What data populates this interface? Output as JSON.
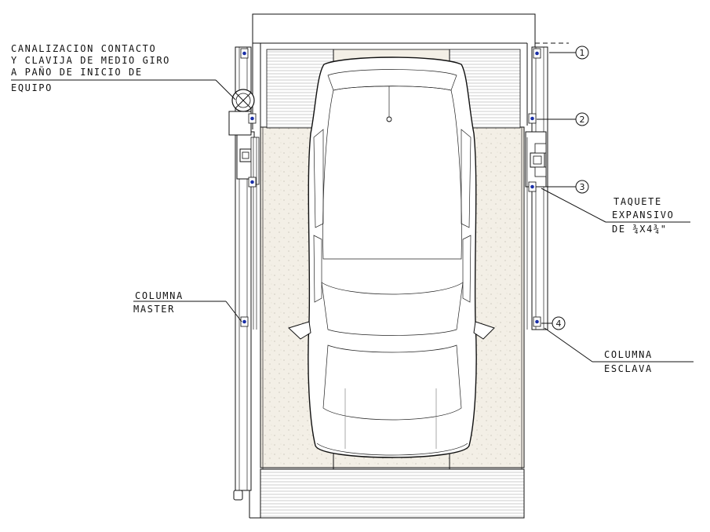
{
  "labels": {
    "canalizacion": [
      "CANALIZACION CONTACTO",
      "Y CLAVIJA DE MEDIO GIRO",
      "A PAÑO DE INICIO DE",
      "EQUIPO"
    ],
    "taquete": [
      "TAQUETE",
      "EXPANSIVO",
      "DE ¾X4¾\""
    ],
    "columna_master": [
      "COLUMNA",
      "MASTER"
    ],
    "columna_esclava": [
      "COLUMNA",
      "ESCLAVA"
    ]
  },
  "anchor_numbers": [
    "1",
    "2",
    "3",
    "4"
  ],
  "colors": {
    "line": "#111111",
    "anchor_bolt": "#1a2fa8",
    "concrete_fill": "#f3efe6"
  },
  "icons": [
    "car-top-view-icon",
    "plug-socket-icon",
    "anchor-bolt-icon"
  ]
}
